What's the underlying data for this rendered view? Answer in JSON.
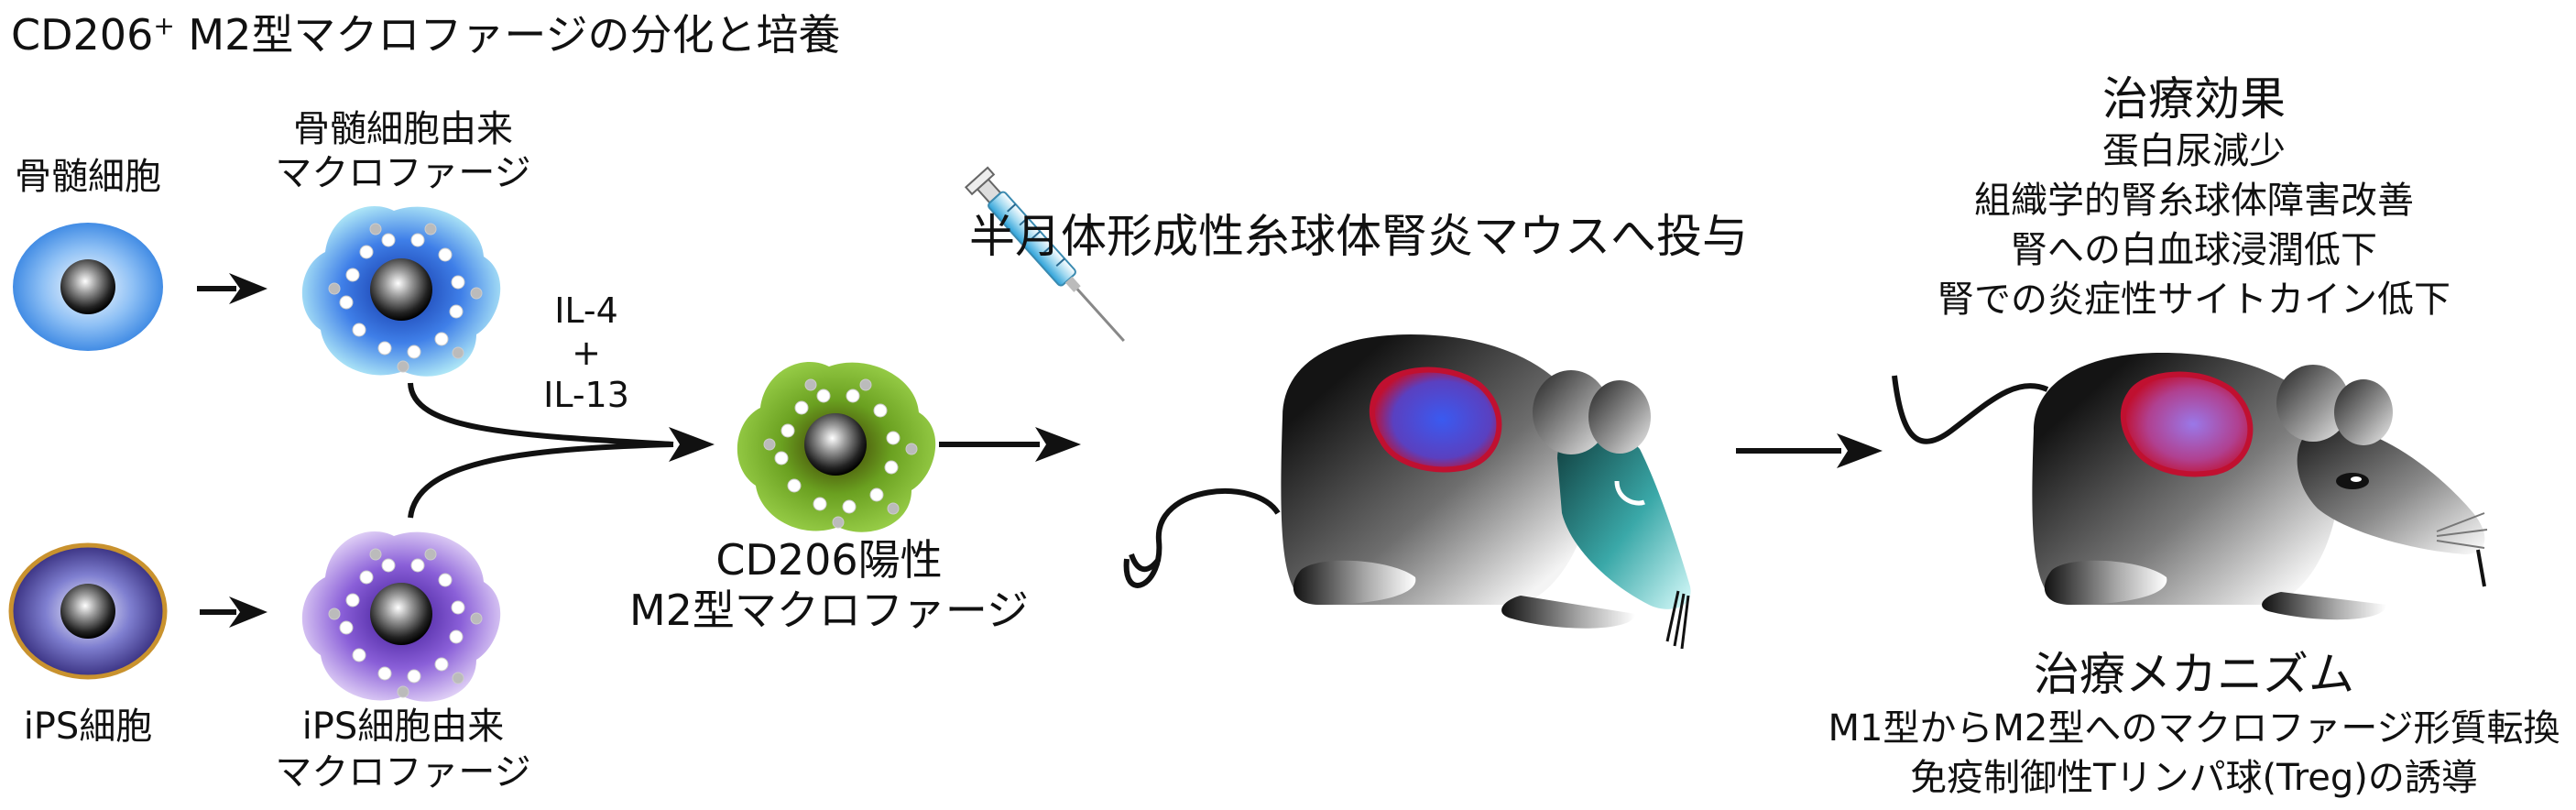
{
  "title": {
    "main": "CD206",
    "sup": "+",
    "rest": " M2型マクロファージの分化と培養"
  },
  "labels": {
    "bone_marrow": "骨髄細胞",
    "bm_macro_line1": "骨髄細胞由来",
    "bm_macro_line2": "マクロファージ",
    "ips": "iPS細胞",
    "ips_macro_line1": "iPS細胞由来",
    "ips_macro_line2": "マクロファージ",
    "il4": "IL-4",
    "plus": "+",
    "il13": "IL-13",
    "cd206_line1": "CD206陽性",
    "cd206_line2": "M2型マクロファージ",
    "admin": "半月体形成性糸球体腎炎マウスへ投与"
  },
  "effects": {
    "heading": "治療効果",
    "items": [
      "蛋白尿減少",
      "組織学的腎糸球体障害改善",
      "腎への白血球浸潤低下",
      "腎での炎症性サイトカイン低下"
    ]
  },
  "mechanism": {
    "heading": "治療メカニズム",
    "items": [
      "M1型からM2型へのマクロファージ形質転換",
      "免疫制御性Tリンパ球(Treg)の誘導"
    ]
  },
  "colors": {
    "bone_marrow_cell": "#2f7fe0",
    "ips_cell": "#3a2f8c",
    "ips_ring": "#c9922e",
    "bm_macrophage": "#3f7fe8",
    "ips_macrophage": "#8a5fd8",
    "m2_macrophage": "#5a9a2a",
    "kidney_red": "#c0102a",
    "kidney_blue": "#4a5fe0",
    "mouse_head_cyan": "#4fc8c8"
  },
  "icons": [
    "arrow-icon",
    "syringe-icon",
    "mouse-icon",
    "cell-icon",
    "macrophage-icon",
    "kidney-icon"
  ]
}
